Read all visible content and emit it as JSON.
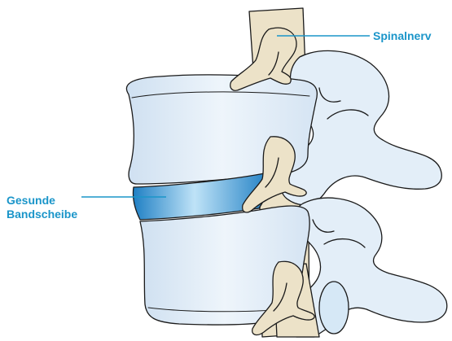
{
  "labels": {
    "spinal_nerve": "Spinalnerv",
    "disc_line1": "Gesunde",
    "disc_line2": "Bandscheibe"
  },
  "colors": {
    "label_text": "#1a95c9",
    "leader_line": "#1a95c9",
    "vertebra_fill": "#e3eef8",
    "vertebra_outline": "#1a1a1a",
    "nerve_fill": "#ece2c8",
    "disc_fill": "#2a8bd1",
    "disc_highlight": "#bfe3f7"
  }
}
